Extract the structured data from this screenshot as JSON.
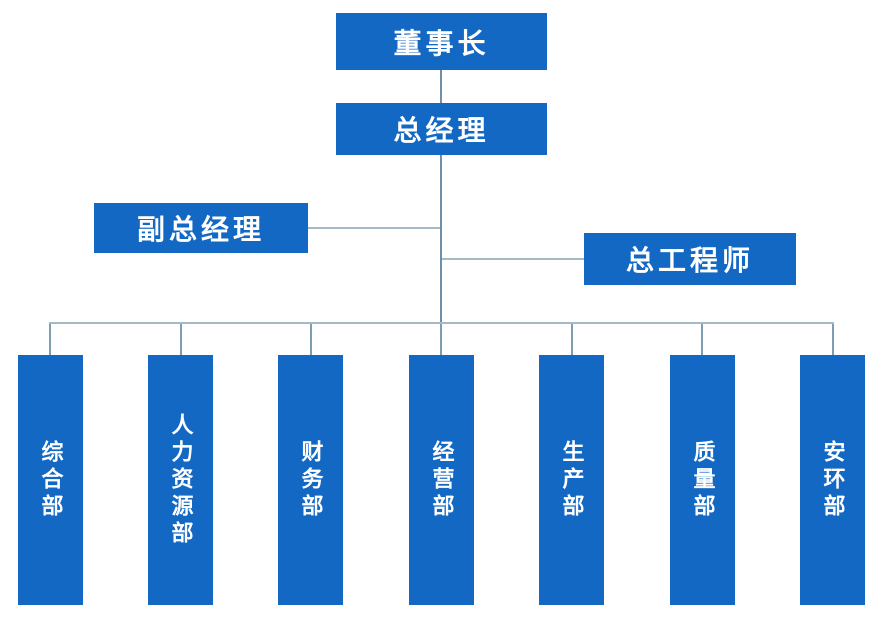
{
  "org_chart": {
    "colors": {
      "node_fill": "#1368C4",
      "node_text": "#FFFFFF",
      "connector_vertical": "#6E8EA9",
      "connector_horizontal": "#A6BAC6"
    },
    "nodes": {
      "chairman": {
        "label": "董事长"
      },
      "general_manager": {
        "label": "总经理"
      },
      "deputy_general_manager": {
        "label": "副总经理"
      },
      "chief_engineer": {
        "label": "总工程师"
      },
      "departments": [
        {
          "label": "综合部"
        },
        {
          "label": "人力资源部"
        },
        {
          "label": "财务部"
        },
        {
          "label": "经营部"
        },
        {
          "label": "生产部"
        },
        {
          "label": "质量部"
        },
        {
          "label": "安环部"
        }
      ]
    }
  }
}
